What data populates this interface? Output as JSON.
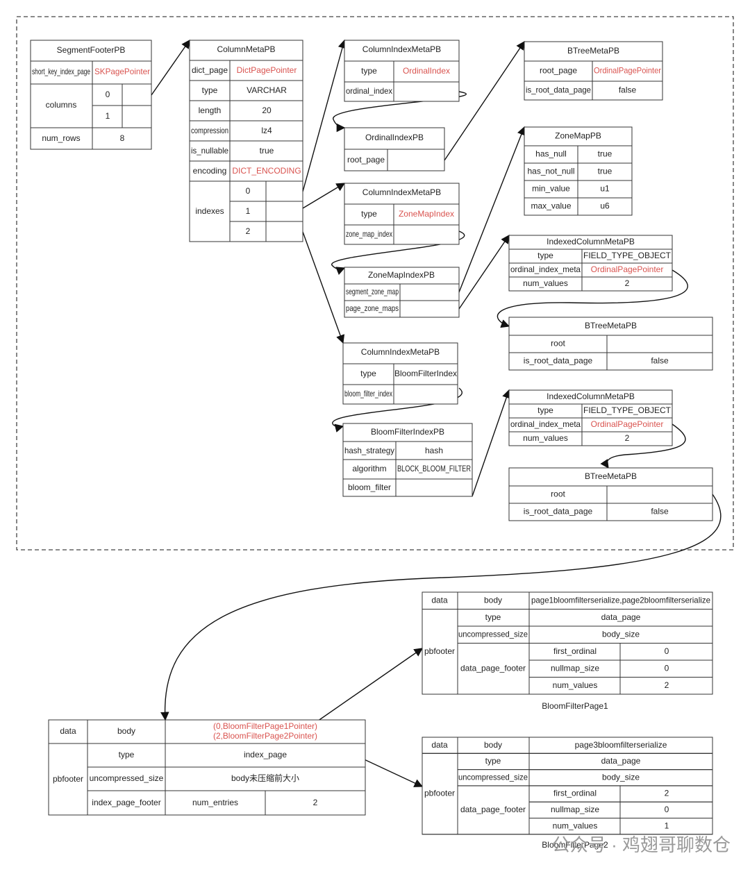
{
  "segment_footer": {
    "title": "SegmentFooterPB",
    "short_key_label": "short_key_index_page",
    "short_key_value": "SKPagePointer",
    "columns_label": "columns",
    "column_ids": [
      "0",
      "1"
    ],
    "num_rows_label": "num_rows",
    "num_rows_value": "8"
  },
  "column_meta": {
    "title": "ColumnMetaPB",
    "rows": [
      {
        "key": "dict_page",
        "value": "DictPagePointer",
        "red": true
      },
      {
        "key": "type",
        "value": "VARCHAR",
        "red": false
      },
      {
        "key": "length",
        "value": "20",
        "red": false
      },
      {
        "key": "compression",
        "value": "lz4",
        "red": false
      },
      {
        "key": "is_nullable",
        "value": "true",
        "red": false
      },
      {
        "key": "encoding",
        "value": "DICT_ENCODING",
        "red": true
      }
    ],
    "indexes_label": "indexes",
    "index_ids": [
      "0",
      "1",
      "2"
    ]
  },
  "cim_ordinal": {
    "title": "ColumnIndexMetaPB",
    "type_label": "type",
    "type_value": "OrdinalIndex",
    "field": "ordinal_index"
  },
  "ordinal_index_pb": {
    "title": "OrdinalIndexPB",
    "field": "root_page"
  },
  "btree_1": {
    "title": "BTreeMetaPB",
    "root_label": "root_page",
    "root_value": "OrdinalPagePointer",
    "is_root_label": "is_root_data_page",
    "is_root_value": "false"
  },
  "cim_zonemap": {
    "title": "ColumnIndexMetaPB",
    "type_label": "type",
    "type_value": "ZoneMapIndex",
    "field": "zone_map_index"
  },
  "zonemap_index_pb": {
    "title": "ZoneMapIndexPB",
    "fields": [
      "segment_zone_map",
      "page_zone_maps"
    ]
  },
  "zonemap_pb": {
    "title": "ZoneMapPB",
    "rows": [
      {
        "key": "has_null",
        "value": "true"
      },
      {
        "key": "has_not_null",
        "value": "true"
      },
      {
        "key": "min_value",
        "value": "u1"
      },
      {
        "key": "max_value",
        "value": "u6"
      }
    ]
  },
  "indexed_col_1": {
    "title": "IndexedColumnMetaPB",
    "type_label": "type",
    "type_value": "FIELD_TYPE_OBJECT",
    "meta_label": "ordinal_index_meta",
    "meta_value": "OrdinalPagePointer",
    "num_label": "num_values",
    "num_value": "2"
  },
  "btree_2": {
    "title": "BTreeMetaPB",
    "root_label": "root",
    "is_root_label": "is_root_data_page",
    "is_root_value": "false"
  },
  "cim_bloom": {
    "title": "ColumnIndexMetaPB",
    "type_label": "type",
    "type_value": "BloomFilterIndex",
    "field": "bloom_filter_index"
  },
  "bloom_index_pb": {
    "title": "BloomFilterIndexPB",
    "hash_label": "hash_strategy",
    "hash_value": "hash",
    "algo_label": "algorithm",
    "algo_value": "BLOCK_BLOOM_FILTER",
    "filter_label": "bloom_filter"
  },
  "indexed_col_2": {
    "title": "IndexedColumnMetaPB",
    "type_label": "type",
    "type_value": "FIELD_TYPE_OBJECT",
    "meta_label": "ordinal_index_meta",
    "meta_value": "OrdinalPagePointer",
    "num_label": "num_values",
    "num_value": "2"
  },
  "btree_3": {
    "title": "BTreeMetaPB",
    "root_label": "root",
    "is_root_label": "is_root_data_page",
    "is_root_value": "false"
  },
  "index_page": {
    "data_label": "data",
    "body_label": "body",
    "body_value_1": "(0,BloomFilterPage1Pointer)",
    "body_value_2": "(2,BloomFilterPage2Pointer)",
    "pbfooter_label": "pbfooter",
    "type_label": "type",
    "type_value": "index_page",
    "uncompressed_label": "uncompressed_size",
    "uncompressed_value": "body未压缩前大小",
    "footer_label": "index_page_footer",
    "entries_label": "num_entries",
    "entries_value": "2"
  },
  "bloom_page_1": {
    "data_label": "data",
    "body_label": "body",
    "body_value": "page1bloomfilterserialize,page2bloomfilterserialize",
    "pbfooter_label": "pbfooter",
    "type_label": "type",
    "type_value": "data_page",
    "uncompressed_label": "uncompressed_size",
    "uncompressed_value": "body_size",
    "footer_label": "data_page_footer",
    "footer_rows": [
      {
        "key": "first_ordinal",
        "value": "0"
      },
      {
        "key": "nullmap_size",
        "value": "0"
      },
      {
        "key": "num_values",
        "value": "2"
      }
    ],
    "caption": "BloomFilterPage1"
  },
  "bloom_page_2": {
    "data_label": "data",
    "body_label": "body",
    "body_value": "page3bloomfilterserialize",
    "pbfooter_label": "pbfooter",
    "type_label": "type",
    "type_value": "data_page",
    "uncompressed_label": "uncompressed_size",
    "uncompressed_value": "body_size",
    "footer_label": "data_page_footer",
    "footer_rows": [
      {
        "key": "first_ordinal",
        "value": "2"
      },
      {
        "key": "nullmap_size",
        "value": "0"
      },
      {
        "key": "num_values",
        "value": "1"
      }
    ],
    "caption": "BloomFilterPage2"
  },
  "watermark": "公众号 · 鸡翅哥聊数仓",
  "colors": {
    "line": "#333333",
    "text": "#222222",
    "pointer_red": "#d9534f",
    "watermark": "#9a9a9a"
  }
}
